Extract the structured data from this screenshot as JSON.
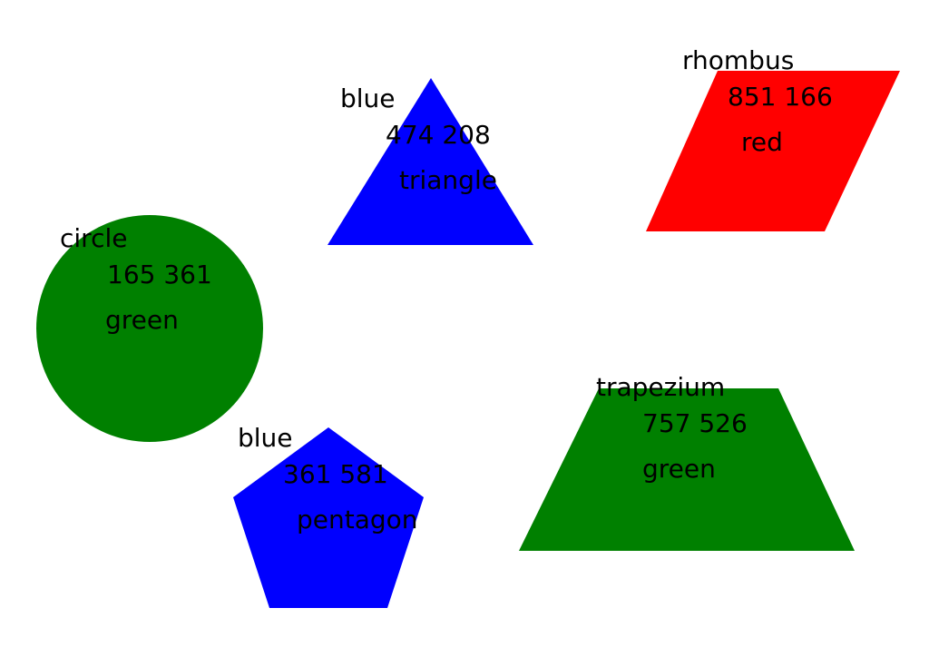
{
  "shapes": [
    {
      "id": "circle",
      "name": "circle",
      "coords": "165 361",
      "color": "green",
      "fill": "#008000"
    },
    {
      "id": "triangle",
      "name": "triangle",
      "coords": "474 208",
      "color": "blue",
      "fill": "#0000ff"
    },
    {
      "id": "rhombus",
      "name": "rhombus",
      "coords": "851 166",
      "color": "red",
      "fill": "#ff0000"
    },
    {
      "id": "pentagon",
      "name": "pentagon",
      "coords": "361 581",
      "color": "blue",
      "fill": "#0000ff"
    },
    {
      "id": "trapezium",
      "name": "trapezium",
      "coords": "757 526",
      "color": "green",
      "fill": "#008000"
    }
  ]
}
